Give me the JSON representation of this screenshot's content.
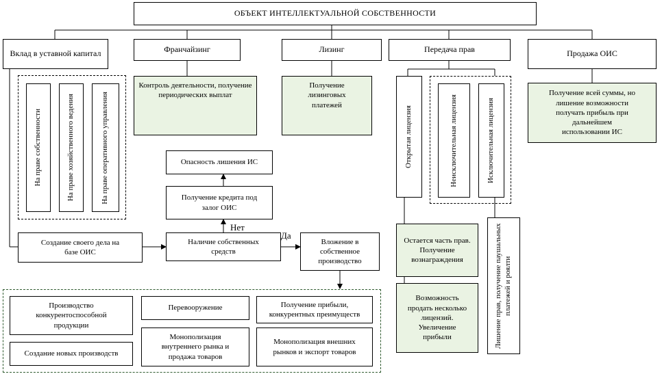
{
  "title": "ОБЪЕКТ ИНТЕЛЛЕКТУАЛЬНОЙ СОБСТВЕННОСТИ",
  "branches": {
    "charter": "Вклад в уставной капитал",
    "franchise": "Франчайзинг",
    "leasing": "Лизинг",
    "transfer": "Передача прав",
    "sale": "Продажа ОИС"
  },
  "charter_rights": [
    "На праве собственности",
    "На праве хозяйственного ведения",
    "На праве оперативного управления"
  ],
  "franchise_note": "Контроль деятельности, получение периодических выплат",
  "leasing_note": "Получение лизинговых платежей",
  "sale_note": "Получение всей суммы, но лишение возможности получать прибыль при дальнейшем использовании ИС",
  "licenses": {
    "open": "Открытая лицензия",
    "nonexclusive": "Неисключительная лицензия",
    "exclusive": "Исключительная лицензия"
  },
  "open_note_1": "Остается часть прав. Получение вознаграждения",
  "open_note_2": "Возможность продать несколько лицензий. Увеличение прибыли",
  "exclusive_note": "Лишение прав, получение паушальных платежей и роялти",
  "own_business": "Создание своего дела на базе ОИС",
  "own_funds": "Наличие собственных средств",
  "credit": "Получение кредита под залог ОИС",
  "risk": "Опасность лишения ИС",
  "investment": "Вложение в собственное производство",
  "answer_no": "Нет",
  "answer_yes": "Да",
  "outcomes": [
    "Производство конкурентоспособной продукции",
    "Создание новых производств",
    "Перевооружение",
    "Монополизация внутреннего рынка и продажа товаров",
    "Получение прибыли, конкурентных преимуществ",
    "Монополизация внешних рынков и экспорт товаров"
  ]
}
